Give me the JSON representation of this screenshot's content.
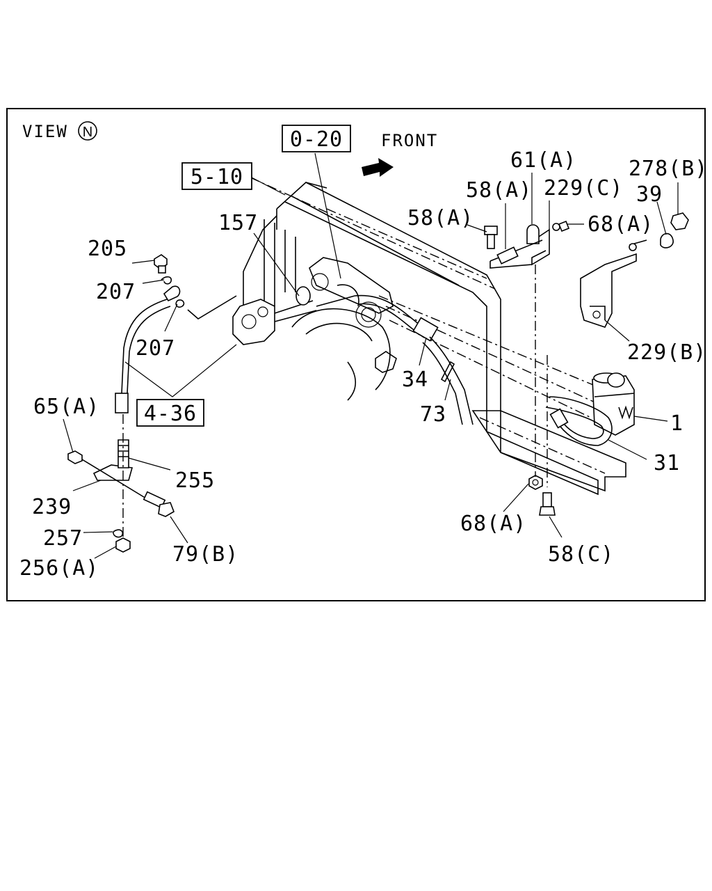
{
  "view_label": "VIEW",
  "view_marker": "N",
  "direction_label": "FRONT",
  "icons": {
    "direction": "arrow-icon"
  },
  "reference_boxes": [
    "0-20",
    "5-10",
    "4-36"
  ],
  "callouts": [
    "157",
    "205",
    "207",
    "207",
    "65(A)",
    "255",
    "239",
    "257",
    "256(A)",
    "79(B)",
    "34",
    "73",
    "58(A)",
    "58(A)",
    "61(A)",
    "229(C)",
    "68(A)",
    "278(B)",
    "39",
    "229(B)",
    "1",
    "31",
    "68(A)",
    "58(C)"
  ]
}
